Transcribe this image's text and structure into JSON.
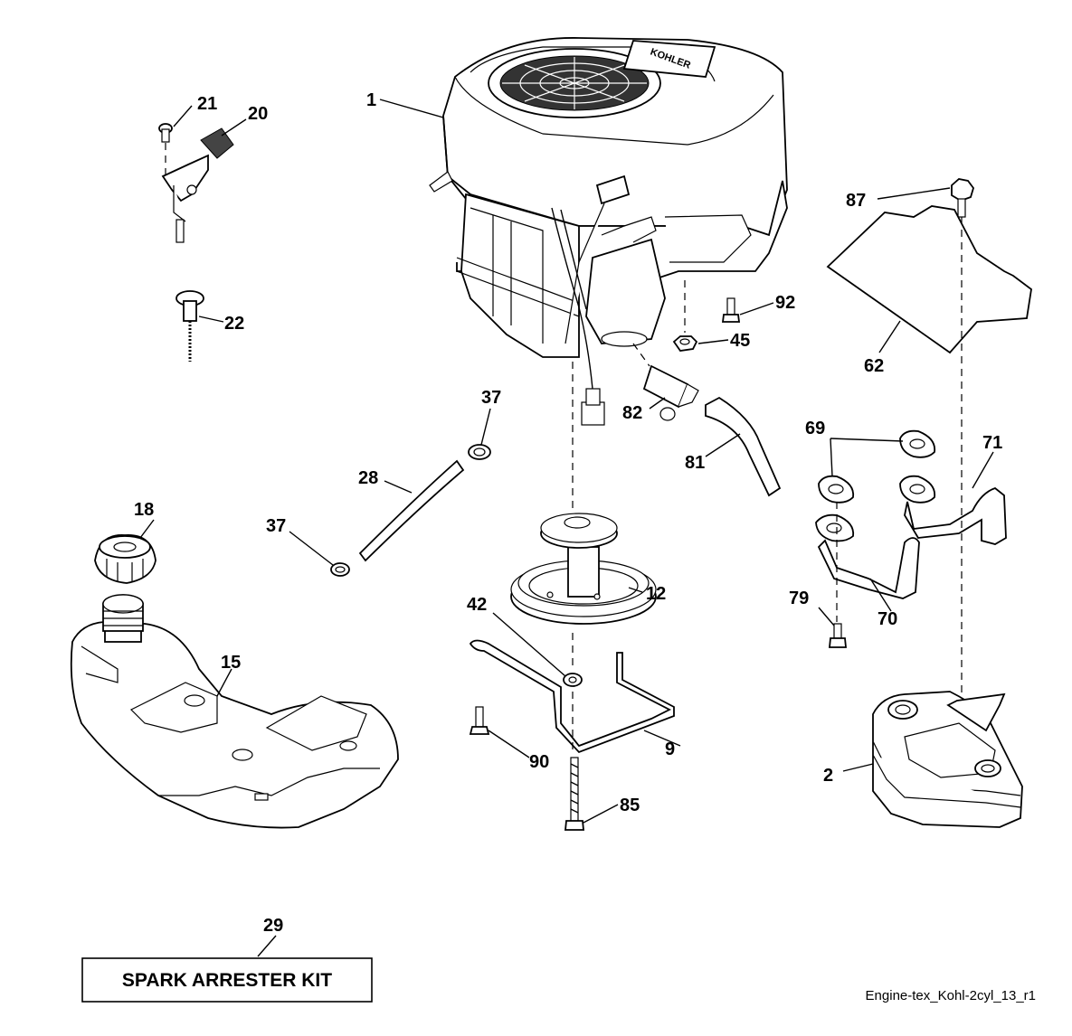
{
  "diagram": {
    "labels": {
      "p1": "1",
      "p2": "2",
      "p9": "9",
      "p12": "12",
      "p15": "15",
      "p18": "18",
      "p20": "20",
      "p21": "21",
      "p22": "22",
      "p28": "28",
      "p29": "29",
      "p37a": "37",
      "p37b": "37",
      "p42": "42",
      "p45": "45",
      "p62": "62",
      "p69": "69",
      "p70": "70",
      "p71": "71",
      "p79": "79",
      "p81": "81",
      "p82": "82",
      "p85": "85",
      "p87": "87",
      "p90": "90",
      "p92": "92"
    },
    "engine_brand": "KOHLER",
    "kit_box_label": "SPARK ARRESTER KIT",
    "reference_code": "Engine-tex_Kohl-2cyl_13_r1"
  }
}
